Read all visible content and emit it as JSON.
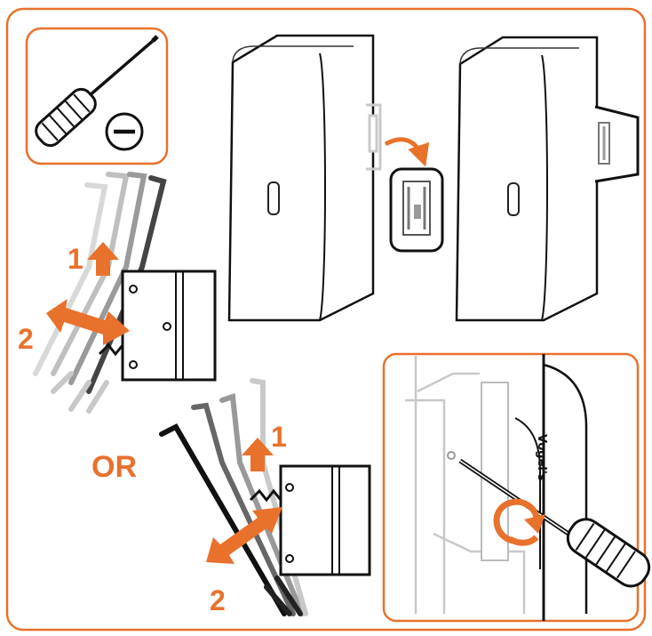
{
  "colors": {
    "accent": "#e8712c",
    "ink": "#111111",
    "panel_bg": "#ffffff"
  },
  "tool": {
    "icon": "flathead-screwdriver-icon",
    "symbol": "minus-sign"
  },
  "steps_top": {
    "step_1": "1",
    "step_2": "2"
  },
  "separator": "OR",
  "steps_bottom": {
    "step_1": "1",
    "step_2": "2"
  },
  "detail": {
    "brand_text": "Vogel's"
  }
}
